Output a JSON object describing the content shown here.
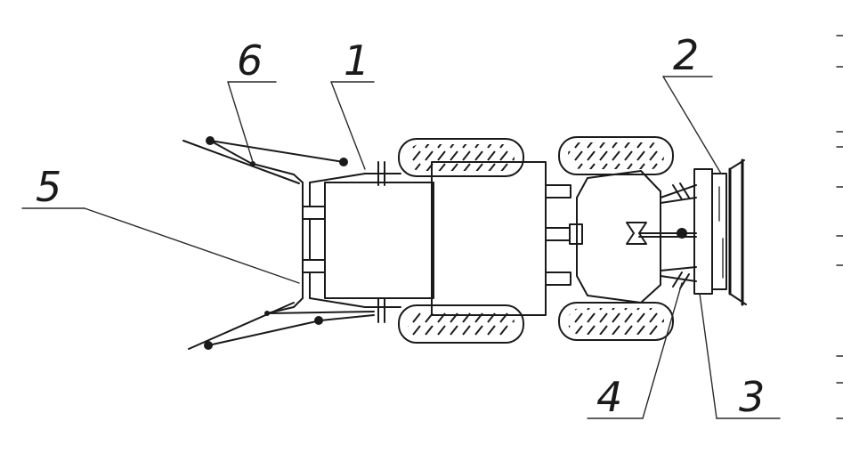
{
  "colors": {
    "ink": "#1a1a1a",
    "paper": "#ffffff"
  },
  "labels": {
    "l1": "1",
    "l2": "2",
    "l3": "3",
    "l4": "4",
    "l5": "5",
    "l6": "6"
  }
}
